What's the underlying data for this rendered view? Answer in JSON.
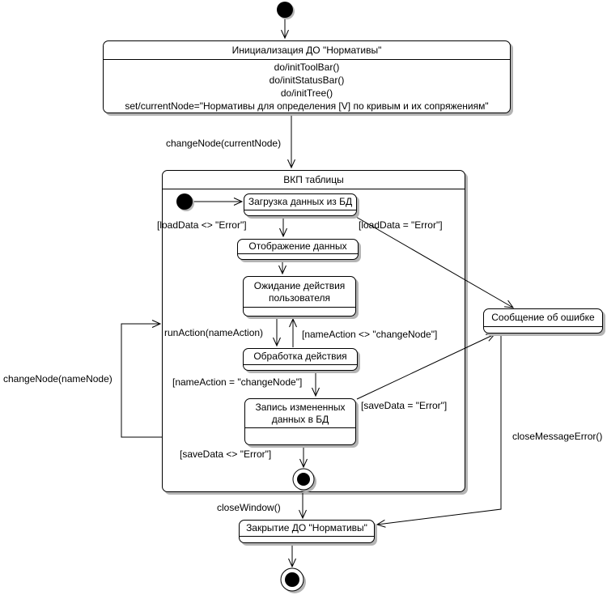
{
  "diagram": {
    "type": "uml-state-diagram",
    "states": {
      "init": {
        "title": "Инициализация ДО \"Нормативы\"",
        "actions": [
          "do/initToolBar()",
          "do/initStatusBar()",
          "do/initTree()",
          "set/currentNode=\"Нормативы для определения [V] по кривым и их сопряжениям\""
        ]
      },
      "composite": {
        "title": "ВКП таблицы"
      },
      "load": {
        "title": "Загрузка данных из БД"
      },
      "display": {
        "title": "Отображение данных"
      },
      "wait": {
        "title": "Ожидание действия пользователя"
      },
      "action": {
        "title": "Обработка действия"
      },
      "save": {
        "title": "Запись измененных данных в БД"
      },
      "error": {
        "title": "Сообщение об ошибке"
      },
      "close": {
        "title": "Закрытие ДО \"Нормативы\""
      }
    },
    "labels": {
      "change_current": "changeNode(currentNode)",
      "load_ok": "[loadData <> \"Error\"]",
      "load_err": "[loadData = \"Error\"]",
      "run_action": "runAction(nameAction)",
      "not_change_node": "[nameAction <> \"changeNode\"]",
      "is_change_node": "[nameAction = \"changeNode\"]",
      "save_err": "[saveData = \"Error\"]",
      "save_ok": "[saveData <> \"Error\"]",
      "change_node": "changeNode(nameNode)",
      "close_window": "closeWindow()",
      "close_message_error": "closeMessageError()"
    },
    "colors": {
      "line": "#000000",
      "background": "#ffffff",
      "shadow": "#b4b4b4"
    }
  }
}
